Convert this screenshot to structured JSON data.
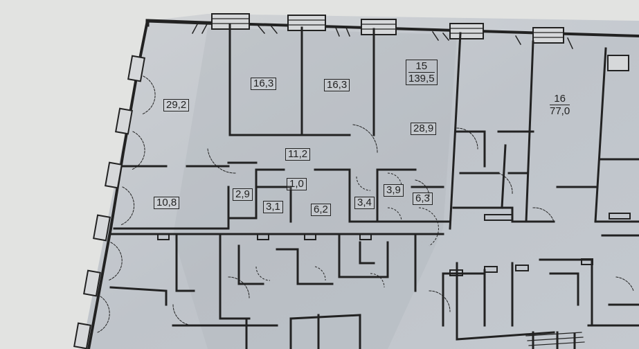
{
  "floor_plan": {
    "rooms": [
      {
        "id": "r1",
        "area": "29,2"
      },
      {
        "id": "r2",
        "area": "16,3"
      },
      {
        "id": "r3",
        "area": "16,3"
      },
      {
        "id": "r4",
        "area": "28,9"
      },
      {
        "id": "r5",
        "area": "11,2"
      },
      {
        "id": "r6",
        "area": "10,8"
      },
      {
        "id": "r7",
        "area": "2,9"
      },
      {
        "id": "r8",
        "area": "1,0"
      },
      {
        "id": "r9",
        "area": "3,1"
      },
      {
        "id": "r10",
        "area": "6,2"
      },
      {
        "id": "r11",
        "area": "3,4"
      },
      {
        "id": "r12",
        "area": "3,9"
      },
      {
        "id": "r13",
        "area": "6,3"
      }
    ],
    "apartments": [
      {
        "number": "15",
        "total_area": "139,5"
      },
      {
        "number": "16",
        "total_area": "77,0"
      }
    ]
  }
}
